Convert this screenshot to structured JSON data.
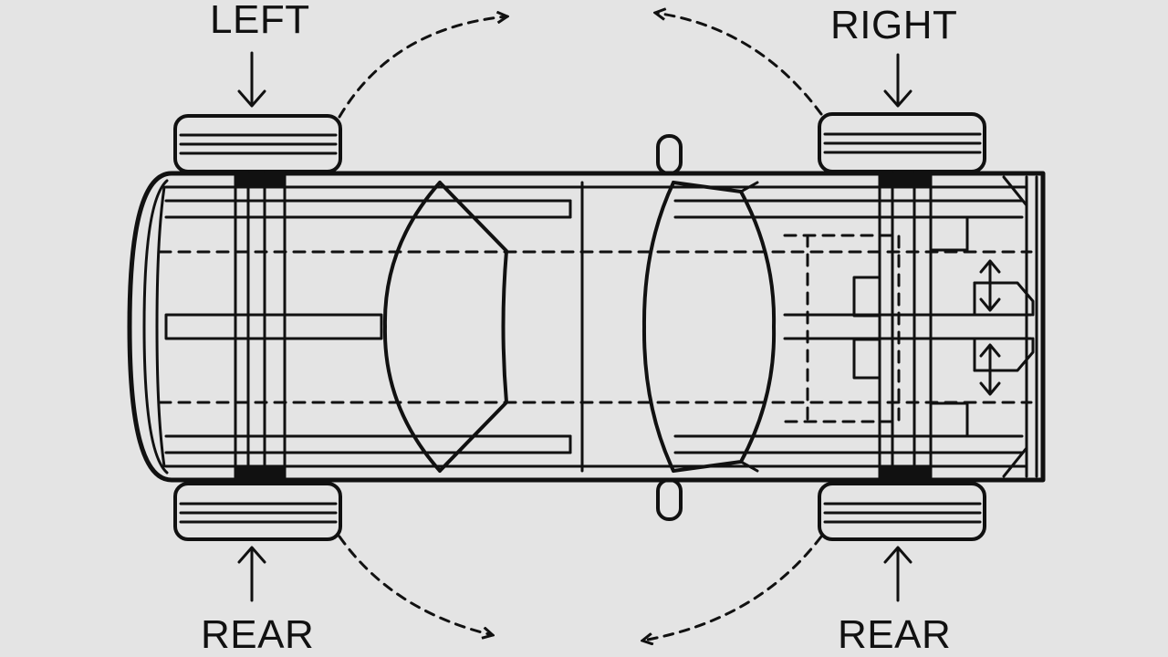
{
  "labels": {
    "left": "LEFT",
    "right": "RIGHT",
    "rear_left": "REAR",
    "rear_right": "REAR"
  },
  "colors": {
    "background": "#e4e4e4",
    "ink": "#111111"
  }
}
